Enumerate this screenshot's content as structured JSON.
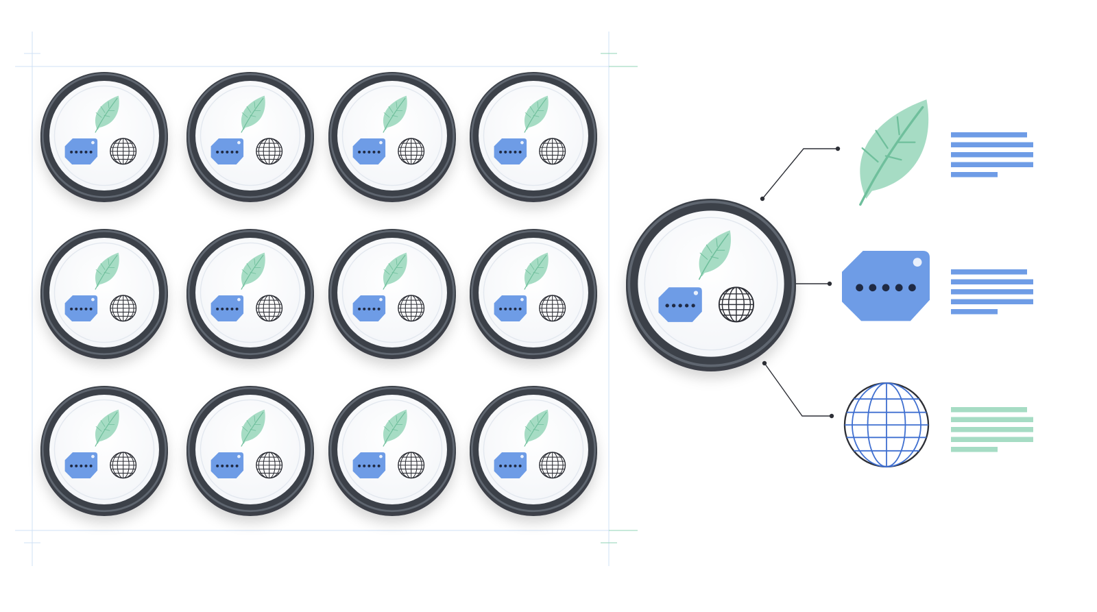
{
  "colors": {
    "background": "#ffffff",
    "ring_dark": "#3c4149",
    "ring_mid": "#5f6670",
    "disc_face": "#ffffff",
    "disc_inner_line": "#e3e8ef",
    "leaf": "#a6dcc4",
    "leaf_vein": "#6fbf9c",
    "tag": "#6e9ce6",
    "tag_dot": "#1f2a44",
    "globe": "#2d2f36",
    "globe_large": "#3f6fd0",
    "connector": "#2d2f36",
    "text_line_blue": "#6e9ce6",
    "text_line_green": "#a6dcc4",
    "crop_line_blue": "#cfe0f5",
    "crop_line_green": "#8fd3b4"
  },
  "grid": {
    "rows": 3,
    "columns": 4
  },
  "icons": {
    "grid_disc": [
      "leaf-icon",
      "tag-icon",
      "globe-icon"
    ],
    "legend": [
      "leaf-icon",
      "tag-icon",
      "globe-icon"
    ]
  },
  "legend": [
    {
      "icon": "leaf-icon",
      "line_color": "text_line_blue",
      "line_count": 5
    },
    {
      "icon": "tag-icon",
      "line_color": "text_line_blue",
      "line_count": 5
    },
    {
      "icon": "globe-icon",
      "line_color": "text_line_green",
      "line_count": 5
    }
  ]
}
